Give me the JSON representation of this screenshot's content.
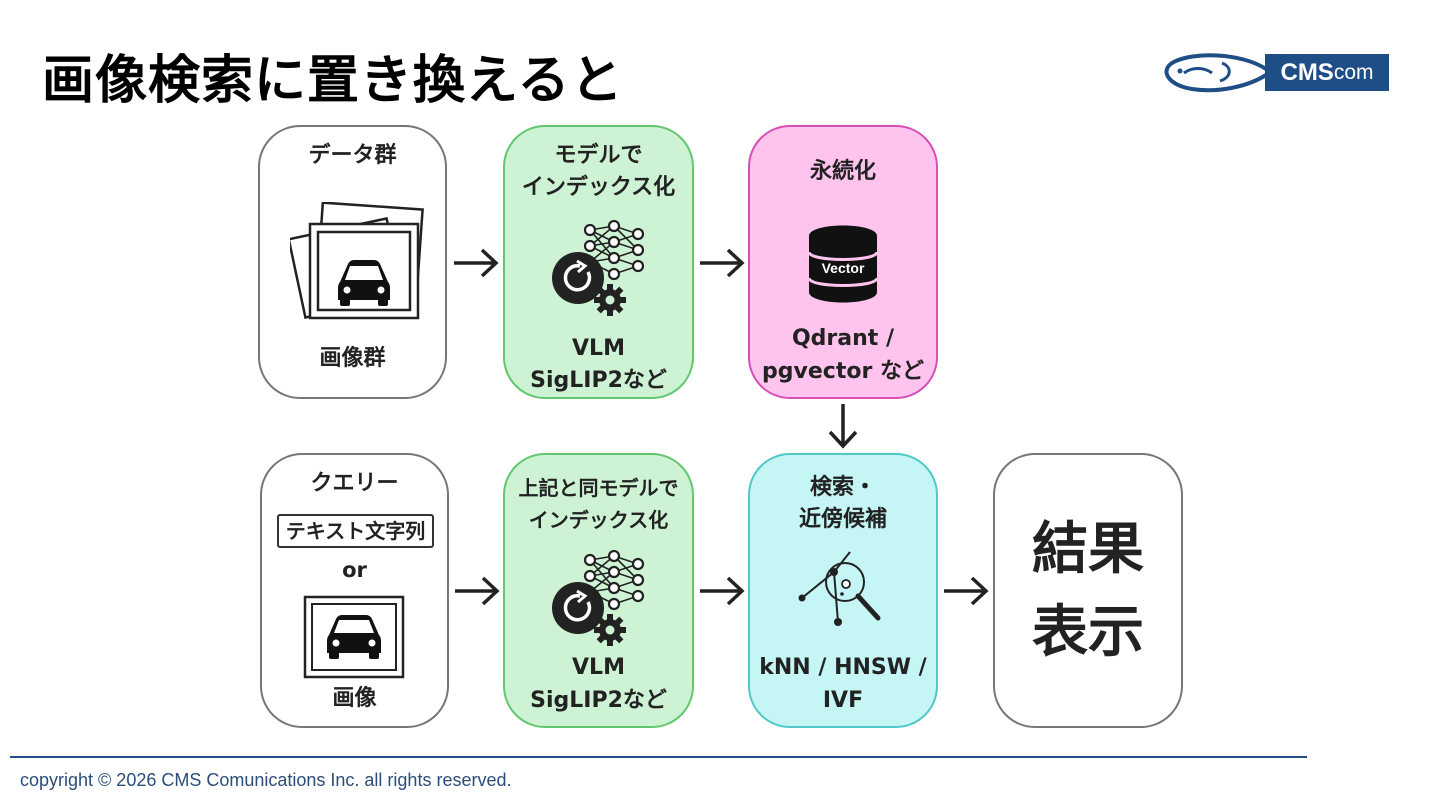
{
  "title": "画像検索に置き換えると",
  "logo": {
    "brand": "CMS",
    "suffix": "com",
    "color": "#1f4e86"
  },
  "cards": {
    "data_group": {
      "title": "データ群",
      "caption": "画像群"
    },
    "model_index": {
      "title_line1": "モデルで",
      "title_line2": "インデックス化",
      "caption_line1": "VLM",
      "caption_line2": "SigLIP2など"
    },
    "persist": {
      "title": "永続化",
      "db_label": "Vector",
      "caption_line1": "Qdrant /",
      "caption_line2": "pgvector など"
    },
    "query": {
      "title": "クエリー",
      "text_box": "テキスト文字列",
      "or": "or",
      "caption": "画像"
    },
    "same_model_index": {
      "title_line1": "上記と同モデルで",
      "title_line2": "インデックス化",
      "caption_line1": "VLM",
      "caption_line2": "SigLIP2など"
    },
    "search": {
      "title_line1": "検索・",
      "title_line2": "近傍候補",
      "caption_line1": "kNN / HNSW /",
      "caption_line2": "IVF"
    },
    "result": {
      "line1": "結果",
      "line2": "表示"
    }
  },
  "colors": {
    "green_fill": "#cdf3d4",
    "green_border": "#62c76f",
    "pink_fill": "#fec4ee",
    "pink_border": "#d64fb7",
    "cyan_fill": "#c6f5f5",
    "cyan_border": "#4fc8c6",
    "gray_border": "#777777"
  },
  "icons": [
    "image-stack-icon",
    "neural-network-gear-icon",
    "vector-database-icon",
    "car-image-icon",
    "nearest-neighbor-search-icon",
    "arrow-right-icon",
    "arrow-down-icon"
  ],
  "footer": {
    "copyright": "copyright © 2026 CMS Comunications Inc. all rights reserved."
  }
}
